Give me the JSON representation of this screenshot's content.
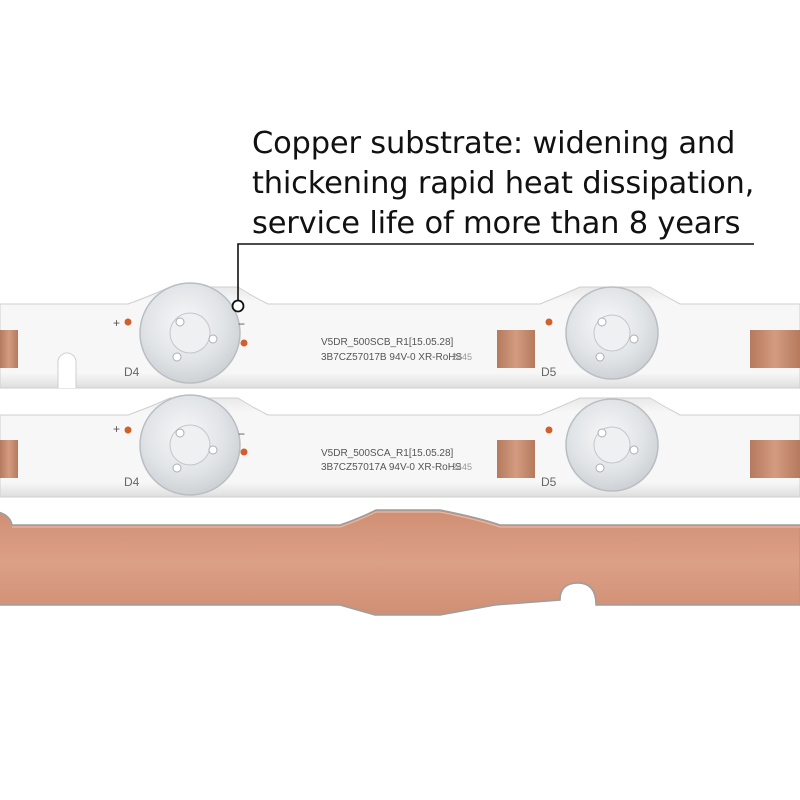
{
  "callout": {
    "lines": [
      "Copper substrate: widening and",
      "thickening rapid heat dissipation,",
      "service life of more than 8 years"
    ]
  },
  "strips": [
    {
      "led_left_label": "D4",
      "led_right_label": "D5",
      "part_line1": "V5DR_500SCB_R1[15.05.28]",
      "part_line2": "3B7CZ57017B 94V-0 XR-RoHS",
      "date_code": "2445",
      "plus_mark": "+",
      "minus_mark": "−"
    },
    {
      "led_left_label": "D4",
      "led_right_label": "D5",
      "part_line1": "V5DR_500SCA_R1[15.05.28]",
      "part_line2": "3B7CZ57017A 94V-0 XR-RoHS",
      "date_code": "2445",
      "plus_mark": "+",
      "minus_mark": "−"
    }
  ],
  "colors": {
    "copper": "#d79a7f",
    "copper_pad": "#c48a6e",
    "pcb_white": "#f4f4f4",
    "lens": "#e6e9ec",
    "solder_dot": "#d0602c",
    "leader_line": "#111111"
  }
}
